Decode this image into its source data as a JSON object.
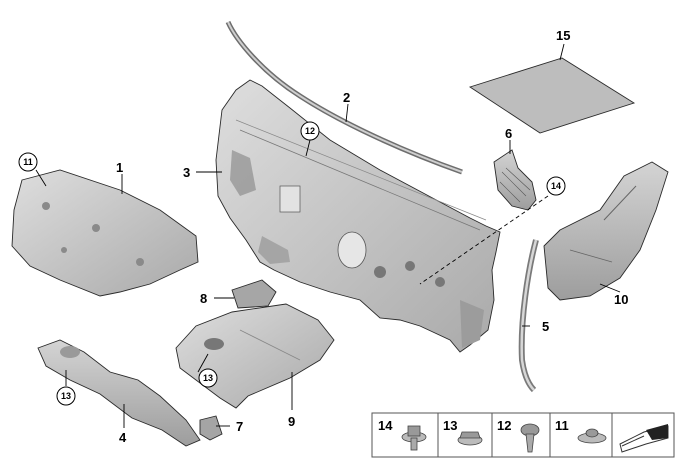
{
  "parts": {
    "p1": "1",
    "p2": "2",
    "p3": "3",
    "p4": "4",
    "p5": "5",
    "p6": "6",
    "p7": "7",
    "p8": "8",
    "p9": "9",
    "p10": "10",
    "p15": "15"
  },
  "circled": {
    "c11_top": "11",
    "c12_top": "12",
    "c13_left": "13",
    "c13_mid": "13",
    "c14_mid": "14"
  },
  "legend": [
    "14",
    "13",
    "12",
    "11"
  ],
  "colors": {
    "part_fill": "#c9c9c9",
    "part_dark": "#9a9a9a",
    "mat_fill": "#bdbdbd",
    "legend_border": "#555555"
  }
}
